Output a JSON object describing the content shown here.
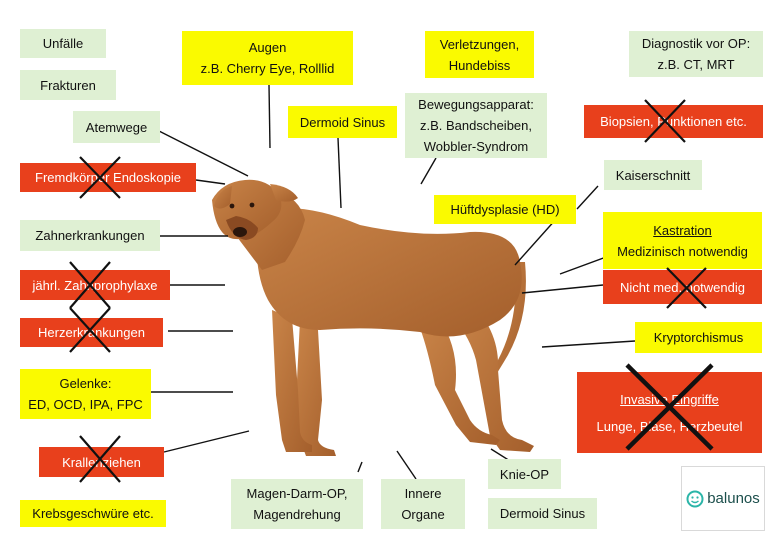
{
  "colors": {
    "green": "#dff0d3",
    "yellow": "#fafa00",
    "red": "#e8401c",
    "dog": "#b9743e"
  },
  "labels": {
    "unfaelle": "Unfälle",
    "frakturen": "Frakturen",
    "atemwege": "Atemwege",
    "fremdkoerper": "Fremdkörper Endoskopie",
    "zahnerkrankungen": "Zahnerkrankungen",
    "zahnprophylaxe": "jährl. Zahnprophylaxe",
    "herzerkrankungen": "Herzerkrankungen",
    "gelenke": [
      "Gelenke:",
      "ED, OCD, IPA, FPC"
    ],
    "krallen": "Krallenziehen",
    "krebs": "Krebsgeschwüre etc.",
    "augen": [
      "Augen",
      "z.B. Cherry Eye, Rolllid"
    ],
    "dermoid_top": "Dermoid Sinus",
    "verletzungen": [
      "Verletzungen,",
      "Hundebiss"
    ],
    "bewegung": [
      "Bewegungsapparat:",
      "z.B. Bandscheiben,",
      "Wobbler-Syndrom"
    ],
    "diagnostik": [
      "Diagnostik vor OP:",
      "z.B. CT, MRT"
    ],
    "biopsien": "Biopsien, Punktionen etc.",
    "kaiserschnitt": "Kaiserschnitt",
    "hd": "Hüftdysplasie (HD)",
    "kastration": "Kastration",
    "kastration_med": "Medizinisch notwendig",
    "nicht_med": "Nicht med. notwendig",
    "kryptorchismus": "Kryptorchismus",
    "invasive": "Invasive Eingriffe",
    "invasive_sub": "Lunge, Blase, Herzbeutel",
    "magen": [
      "Magen-Darm-OP,",
      "Magendrehung"
    ],
    "innere": [
      "Innere",
      "Organe"
    ],
    "knie": "Knie-OP",
    "dermoid_bottom": "Dermoid Sinus"
  },
  "logo": {
    "text": "balunos",
    "icon": "balunos-logo-icon"
  }
}
